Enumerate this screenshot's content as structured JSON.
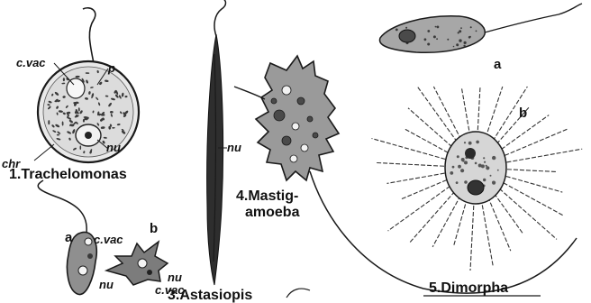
{
  "captions": {
    "trachelomonas": "1.Trachelomonas",
    "astasiopsis": "3.Astasiopis",
    "mastigamoeba_1": "4.Mastig-",
    "mastigamoeba_2": "amoeba",
    "dimorpha": "5.Dimorpha"
  },
  "labels": {
    "cvac": "c.vac",
    "p": "p",
    "chr": "chr",
    "nu": "nu",
    "a": "a",
    "b": "b"
  }
}
